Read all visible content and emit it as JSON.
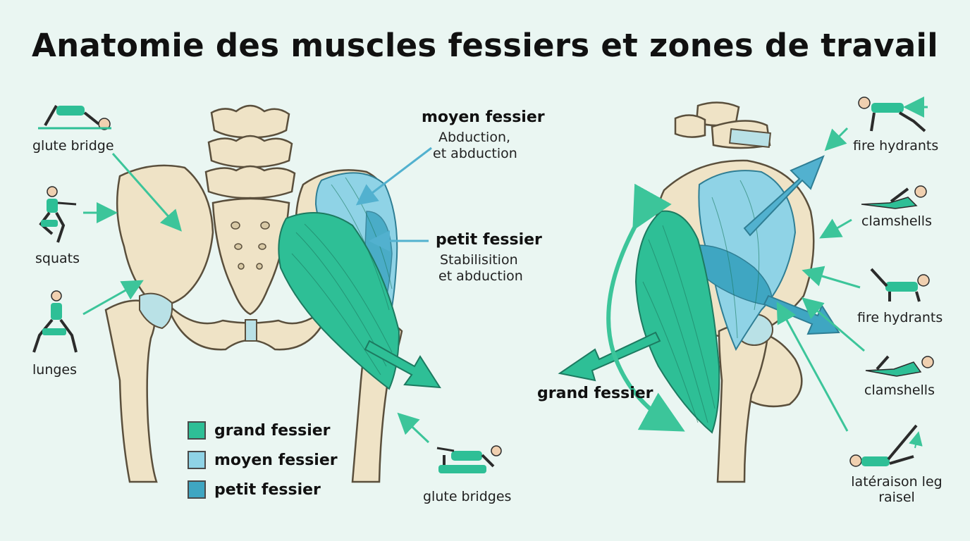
{
  "title": "Anatomie des muscles fessiers et zones de travail",
  "colors": {
    "grand": "#2ebf96",
    "moyen": "#8fd3e6",
    "petit": "#3fa6c2",
    "bone": "#efe3c6",
    "arrow_green": "#3cc59a",
    "arrow_blue": "#52b1cf"
  },
  "left_exercises": {
    "glute_bridge": "glute bridge",
    "squats": "squats",
    "lunges": "lunges",
    "glute_bridges": "glute bridges"
  },
  "left_muscles": {
    "moyen_name": "moyen fessier",
    "moyen_desc_1": "Abduction,",
    "moyen_desc_2": "et abduction",
    "petit_name": "petit fessier",
    "petit_desc_1": "Stabilisition",
    "petit_desc_2": "et abduction"
  },
  "legend": [
    {
      "label": "grand fessier",
      "color": "#2ebf96"
    },
    {
      "label": "moyen fessier",
      "color": "#8fd3e6"
    },
    {
      "label": "petit fessier",
      "color": "#3fa6c2"
    }
  ],
  "right_exercises": {
    "fire_hydrants_1": "fire hydrants",
    "clamshells_1": "clamshells",
    "fire_hydrants_2": "fire hydrants",
    "clamshells_2": "clamshells",
    "lateral_raise_1": "latéraison leg",
    "lateral_raise_2": "raisel"
  },
  "right_muscles": {
    "grand_name": "grand fessier"
  }
}
